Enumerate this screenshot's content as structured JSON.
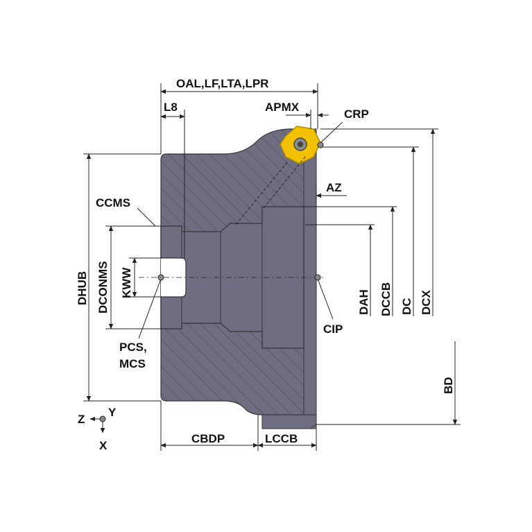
{
  "labels": {
    "oal": "OAL,LF,LTA,LPR",
    "l8": "L8",
    "apmx": "APMX",
    "crp": "CRP",
    "az": "AZ",
    "ccms": "CCMS",
    "dhub": "DHUB",
    "dconms": "DCONMS",
    "kww": "KWW",
    "pcs": "PCS,",
    "mcs": "MCS",
    "cip": "CIP",
    "dah": "DAH",
    "dccb": "DCCB",
    "dc": "DC",
    "dcx": "DCX",
    "bd": "BD",
    "cbdp": "CBDP",
    "lccb": "LCCB",
    "axis_z": "Z",
    "axis_y": "Y",
    "axis_x": "X"
  },
  "colors": {
    "body": "#6e6e80",
    "body_dark": "#55556a",
    "hatch": "#4a4a5c",
    "insert": "#f2c200",
    "insert_edge": "#b08a00",
    "line": "#222222"
  }
}
